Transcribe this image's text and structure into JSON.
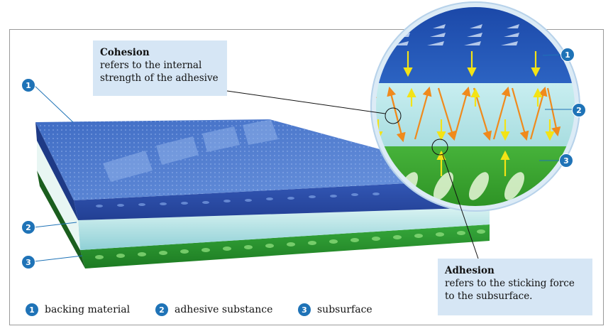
{
  "callouts": {
    "cohesion": {
      "title": "Cohesion",
      "text": "refers to the internal\nstrength of the adhesive"
    },
    "adhesion": {
      "title": "Adhesion",
      "text": "refers to the sticking force\nto the subsurface."
    }
  },
  "markers": [
    "1",
    "2",
    "3"
  ],
  "legend": [
    {
      "num": "1",
      "label": "backing material"
    },
    {
      "num": "2",
      "label": "adhesive substance"
    },
    {
      "num": "3",
      "label": "subsurface"
    }
  ],
  "colors": {
    "backing": "#2b5bb8",
    "adhesive": "#bfe8ea",
    "subsurface": "#2e9a2c",
    "cohesion_arrow": "#f08a1c",
    "adhesion_arrow": "#f3e315",
    "badge": "#1f73b7",
    "callout_bg": "#d6e6f5"
  }
}
